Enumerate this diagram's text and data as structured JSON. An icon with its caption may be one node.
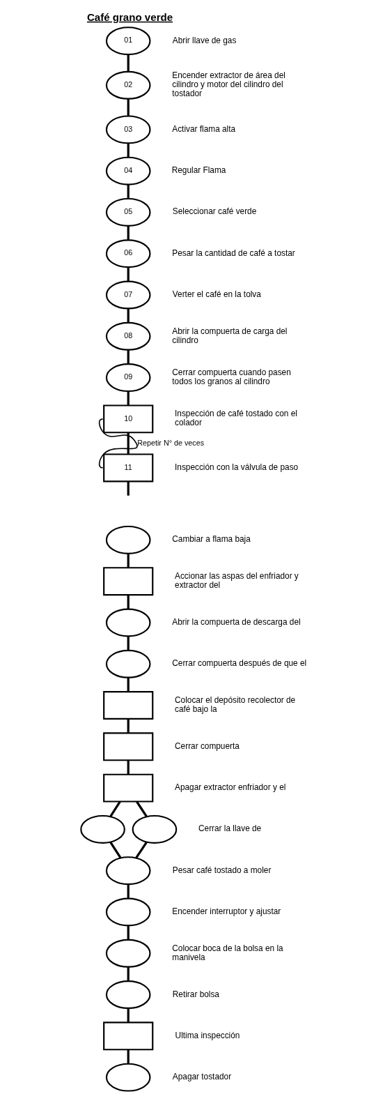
{
  "diagram": {
    "title": "Café grano verde",
    "nodes": [
      {
        "text": [
          "01"
        ],
        "beside": [
          "Abrir llave de gas"
        ]
      },
      {
        "text": [
          "02"
        ],
        "beside": [
          "Encender extractor de área del cilindro y motor del cilindro del tostador"
        ]
      },
      {
        "text": [
          "03"
        ],
        "beside": [
          "Activar flama alta"
        ]
      },
      {
        "text": [
          "04"
        ],
        "beside": [
          "Regular Flama"
        ]
      },
      {
        "text": [
          "05"
        ],
        "beside": [
          "Seleccionar café verde"
        ]
      },
      {
        "text": [
          "06"
        ],
        "beside": [
          "Pesar la cantidad de café a tostar"
        ]
      },
      {
        "text": [
          "07"
        ],
        "beside": [
          "Verter el café en la tolva"
        ]
      },
      {
        "text": [
          "08"
        ],
        "beside": [
          "Abrir la compuerta de carga del cilindro"
        ]
      },
      {
        "text": [
          "09"
        ],
        "beside": [
          "Cerrar compuerta cuando pasen todos los granos al cilindro"
        ]
      },
      {
        "text": [
          "10"
        ],
        "beside": [
          "Inspección de café tostado con el colador"
        ]
      },
      {
        "text": [
          "11"
        ],
        "beside": [
          "Inspección con la válvula de paso"
        ]
      },
      {
        "text": [],
        "shape": "circle",
        "beside": [
          "Cambiar a flama baja"
        ]
      },
      {
        "text": [],
        "shape": "box",
        "beside": [
          "Accionar las aspas del enfriador y extractor del"
        ]
      },
      {
        "text": [],
        "shape": "circle",
        "beside": [
          "Abrir la compuerta de descarga del"
        ]
      },
      {
        "text": [],
        "shape": "circle",
        "beside": [
          "Cerrar compuerta después de que el"
        ]
      },
      {
        "text": [],
        "shape": "box",
        "beside": [
          "Colocar el depósito recolector de café bajo la"
        ]
      },
      {
        "text": [],
        "shape": "box",
        "beside": [
          "Cerrar compuerta"
        ]
      },
      {
        "text": [],
        "shape": "box",
        "beside": [
          "Apagar extractor enfriador y el"
        ]
      },
      {
        "text": [],
        "shape": "circle"
      },
      {
        "text": [],
        "shape": "circle",
        "beside": [
          "Cerrar la llave de"
        ]
      },
      {
        "text": [],
        "shape": "circle",
        "beside": [
          "Pesar café tostado a moler"
        ]
      },
      {
        "text": [],
        "shape": "circle",
        "beside": [
          "Encender interruptor y ajustar"
        ]
      },
      {
        "text": [],
        "shape": "circle",
        "beside": [
          "Colocar boca de la bolsa en la manivela"
        ]
      },
      {
        "text": [],
        "shape": "circle",
        "beside": [
          "Retirar bolsa"
        ]
      },
      {
        "text": [],
        "shape": "box",
        "beside": [
          "Ultima inspección"
        ]
      },
      {
        "text": [],
        "shape": "circle",
        "beside": [
          "Apagar tostador"
        ]
      }
    ],
    "edges": [
      {
        "from": 0,
        "to": 1,
        "arrow": "none"
      },
      {
        "from": 1,
        "to": 2,
        "arrow": "none"
      },
      {
        "from": 2,
        "to": 3,
        "arrow": "none"
      },
      {
        "from": 3,
        "to": 4,
        "arrow": "none"
      },
      {
        "from": 4,
        "to": 5,
        "arrow": "none"
      },
      {
        "from": 5,
        "to": 6,
        "arrow": "none"
      },
      {
        "from": 6,
        "to": 7,
        "arrow": "none"
      },
      {
        "from": 7,
        "to": 8,
        "arrow": "none"
      },
      {
        "from": 8,
        "to": 9,
        "arrow": "none"
      },
      {
        "from": 9,
        "to": 10,
        "arrow": "none"
      },
      {
        "from": 10,
        "to": 9,
        "arrow": "none",
        "label": "Repetir N° de veces"
      },
      {
        "from": 10,
        "to": null,
        "arrow": "none"
      },
      {
        "from": 11,
        "to": 12,
        "arrow": "none"
      },
      {
        "from": 12,
        "to": 13,
        "arrow": "none"
      },
      {
        "from": 13,
        "to": 14,
        "arrow": "none"
      },
      {
        "from": 14,
        "to": 15,
        "arrow": "none"
      },
      {
        "from": 15,
        "to": 16,
        "arrow": "none"
      },
      {
        "from": 16,
        "to": 17,
        "arrow": "none"
      },
      {
        "from": 17,
        "to": 18,
        "arrow": "none"
      },
      {
        "from": 17,
        "to": 19,
        "arrow": "none"
      },
      {
        "from": 18,
        "to": 20,
        "arrow": "none"
      },
      {
        "from": 19,
        "to": 20,
        "arrow": "none"
      },
      {
        "from": 20,
        "to": 21,
        "arrow": "none"
      },
      {
        "from": 21,
        "to": 22,
        "arrow": "none"
      },
      {
        "from": 22,
        "to": 23,
        "arrow": "none"
      },
      {
        "from": 23,
        "to": 24,
        "arrow": "none"
      },
      {
        "from": 24,
        "to": 25,
        "arrow": "none"
      }
    ]
  }
}
